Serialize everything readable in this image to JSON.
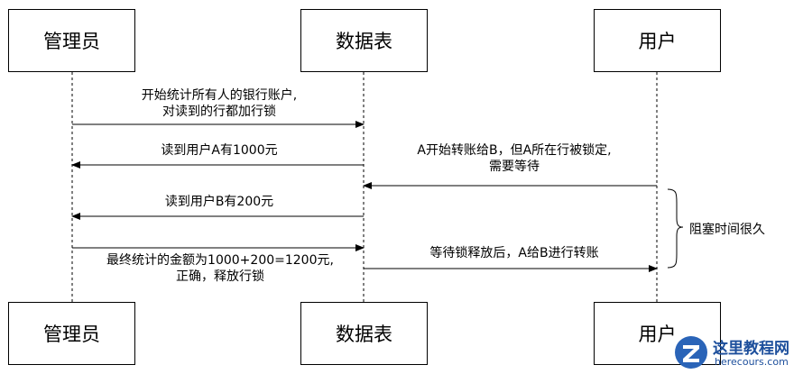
{
  "participants": {
    "admin": "管理员",
    "table": "数据表",
    "user": "用户"
  },
  "messages": {
    "m1_line1": "开始统计所有人的银行账户,",
    "m1_line2": "对读到的行都加行锁",
    "m2": "读到用户A有1000元",
    "m3_line1": "A开始转账给B，但A所在行被锁定,",
    "m3_line2": "需要等待",
    "m4": "读到用户B有200元",
    "m5": "等待锁释放后，A给B进行转账",
    "m6_line1": "最终统计的金额为1000+200=1200元,",
    "m6_line2": "正确，释放行锁"
  },
  "annotation": {
    "blocked": "阻塞时间很久"
  },
  "watermark": {
    "site": "这里教程网",
    "url": "herecours.com"
  }
}
